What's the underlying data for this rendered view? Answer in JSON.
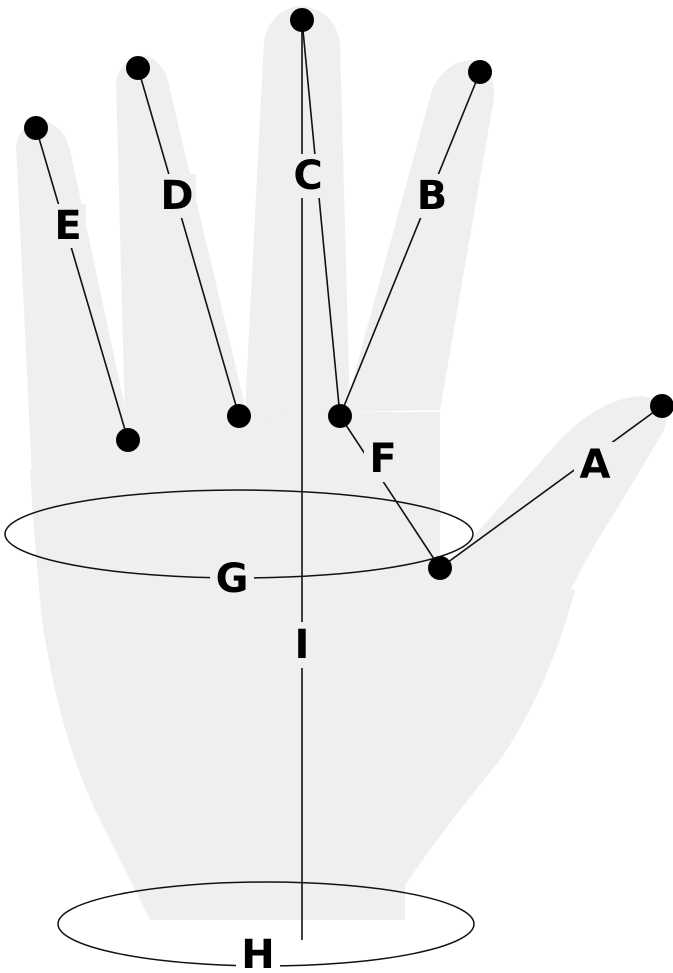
{
  "diagram": {
    "labels": {
      "a": "A",
      "b": "B",
      "c": "C",
      "d": "D",
      "e": "E",
      "f": "F",
      "g": "G",
      "h": "H",
      "i": "I"
    },
    "colors": {
      "hand_fill": "#efefef",
      "line": "#111111",
      "dot": "#000000",
      "background": "#ffffff"
    }
  }
}
